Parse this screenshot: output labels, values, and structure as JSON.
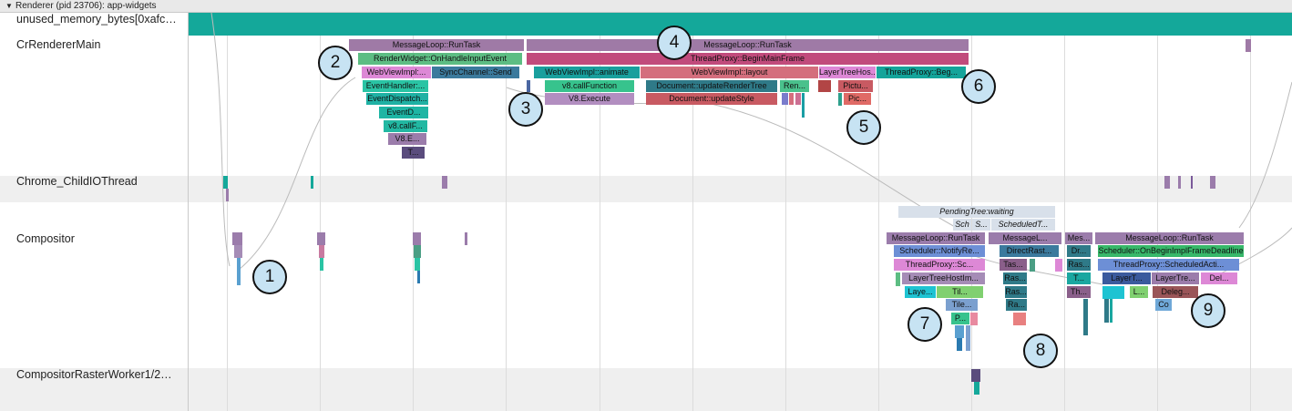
{
  "process_header": {
    "title": "Renderer (pid 23706): app-widgets"
  },
  "tracks": {
    "memory": "unused_memory_bytes[0xafc…",
    "main": "CrRendererMain",
    "io": "Chrome_ChildIOThread",
    "compositor": "Compositor",
    "raster": "CompositorRasterWorker1/2…"
  },
  "slices": {
    "msgloop_a": "MessageLoop::RunTask",
    "renderwidget": "RenderWidget::OnHandleInputEvent",
    "webviewimpl_a": "WebViewImpl:...",
    "syncchannel": "SyncChannel::Send",
    "eventhandler": "EventHandler:...",
    "eventdispatch": "EventDispatch...",
    "eventd": "EventD...",
    "callf": "v8.callF...",
    "v8e": "V8.E...",
    "t_small": "T...",
    "msgloop_b": "MessageLoop::RunTask",
    "threadproxy_main": "ThreadProxy::BeginMainFrame",
    "webview_animate": "WebViewImpl::animate",
    "webview_layout": "WebViewImpl::layout",
    "layertreehost": "LayerTreeHos...",
    "threadproxy_beg": "ThreadProxy::Beg...",
    "v8_callfunction": "v8.callFunction",
    "v8_execute": "V8.Execute",
    "doc_render": "Document::updateRenderTree",
    "doc_style": "Document::updateStyle",
    "ren": "Ren...",
    "pictu": "Pictu...",
    "pic": "Pic...",
    "pending": "PendingTree:waiting",
    "sch": "Sch",
    "s_small": "S...",
    "scheduled": "ScheduledT...",
    "c1_msgloop": "MessageLoop::RunTask",
    "c1_sched": "Scheduler::NotifyRe...",
    "c1_tp": "ThreadProxy::Sc...",
    "c1_lth": "LayerTreeHostIm...",
    "c1_laye": "Laye...",
    "c1_til": "Til...",
    "c1_tile": "Tile...",
    "c1_p": "P...",
    "c2_msg": "MessageL...",
    "c2_direct": "DirectRast...",
    "c2_tas": "Tas...",
    "c2_ras1": "Ras...",
    "c2_ras2": "Ras...",
    "c2_ra": "Ra...",
    "c3_mes": "Mes...",
    "c3_dr": "Dr...",
    "c3_ras": "Ras...",
    "c3_t": "T...",
    "c3_th": "Th...",
    "c4_msgloop": "MessageLoop::RunTask",
    "c4_sched": "Scheduler::OnBeginImplFrameDeadline",
    "c4_tp": "ThreadProxy::ScheduledActi...",
    "c4_layert": "LayerT...",
    "c4_layertre": "LayerTre...",
    "c4_del": "Del...",
    "c4_l": "L...",
    "c4_deleg": "Deleg...",
    "c4_co": "Co"
  },
  "callouts": [
    "1",
    "2",
    "3",
    "4",
    "5",
    "6",
    "7",
    "8",
    "9"
  ]
}
